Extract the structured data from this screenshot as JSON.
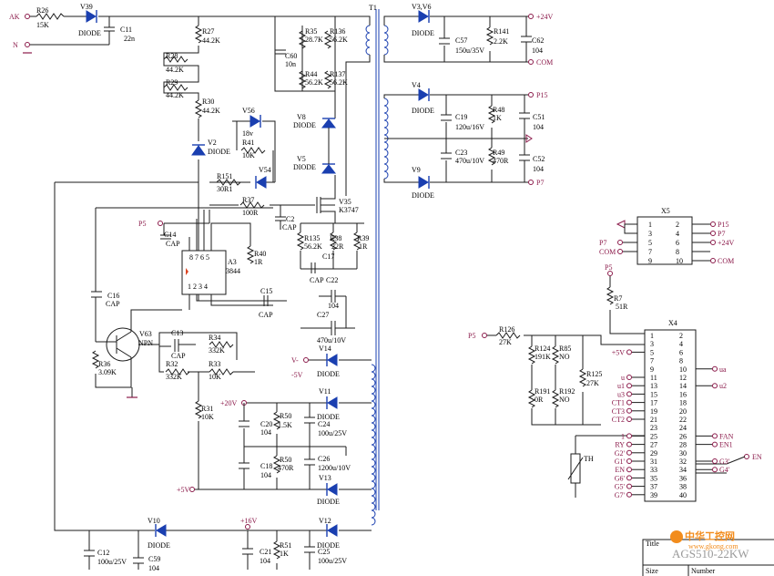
{
  "inputs": {
    "ak": "AK",
    "n": "N"
  },
  "power_nets": {
    "p24v": "+24V",
    "com": "COM",
    "p15": "P15",
    "p7": "P7",
    "p5": "P5",
    "v_minus": "V-",
    "minus5v": "-5V",
    "p20v": "+20V",
    "p5v": "+5V",
    "p16v": "+16V"
  },
  "transformer": {
    "ref": "T1"
  },
  "resistors": [
    {
      "ref": "R26",
      "value": "15K"
    },
    {
      "ref": "R27",
      "value": "44.2K"
    },
    {
      "ref": "R28",
      "value": "44.2K"
    },
    {
      "ref": "R29",
      "value": "44.2K"
    },
    {
      "ref": "R30",
      "value": "44.2K"
    },
    {
      "ref": "R41",
      "value": "10K"
    },
    {
      "ref": "R151",
      "value": "30R1"
    },
    {
      "ref": "R37",
      "value": "100R"
    },
    {
      "ref": "R35",
      "value": "28.7K"
    },
    {
      "ref": "R136",
      "value": "56.2K"
    },
    {
      "ref": "R44",
      "value": "56.2K"
    },
    {
      "ref": "R137",
      "value": "56.2K"
    },
    {
      "ref": "R135",
      "value": "56.2K"
    },
    {
      "ref": "R38",
      "value": "22R"
    },
    {
      "ref": "R39",
      "value": "1R"
    },
    {
      "ref": "R40",
      "value": "1R"
    },
    {
      "ref": "R34",
      "value": "332K"
    },
    {
      "ref": "R32",
      "value": "332K"
    },
    {
      "ref": "R33",
      "value": "10K"
    },
    {
      "ref": "R36",
      "value": "3.09K"
    },
    {
      "ref": "R31",
      "value": "10K"
    },
    {
      "ref": "R50",
      "value": "1.5K"
    },
    {
      "ref": "R50",
      "value": "470R"
    },
    {
      "ref": "R51",
      "value": "1K"
    },
    {
      "ref": "R141",
      "value": "2.2K"
    },
    {
      "ref": "R48",
      "value": "1K"
    },
    {
      "ref": "R49",
      "value": "470R"
    },
    {
      "ref": "R7",
      "value": "51R"
    },
    {
      "ref": "R126",
      "value": "27K"
    },
    {
      "ref": "R124",
      "value": "191K"
    },
    {
      "ref": "R85",
      "value": "NO"
    },
    {
      "ref": "R125",
      "value": "27K"
    },
    {
      "ref": "R191",
      "value": "0R"
    },
    {
      "ref": "R192",
      "value": "NO"
    }
  ],
  "capacitors": [
    {
      "ref": "C11",
      "value": "22n"
    },
    {
      "ref": "C60",
      "value": "10n"
    },
    {
      "ref": "C2",
      "value": "CAP"
    },
    {
      "ref": "C14",
      "value": "CAP"
    },
    {
      "ref": "C16",
      "value": "CAP"
    },
    {
      "ref": "C15",
      "value": "CAP"
    },
    {
      "ref": "C17",
      "value": "CAP"
    },
    {
      "ref": "C22",
      "value": "104"
    },
    {
      "ref": "C27",
      "value": "470u/10V"
    },
    {
      "ref": "C13",
      "value": "CAP"
    },
    {
      "ref": "C20",
      "value": "104"
    },
    {
      "ref": "C24",
      "value": "100u/25V"
    },
    {
      "ref": "C18",
      "value": "104"
    },
    {
      "ref": "C26",
      "value": "1200u/10V"
    },
    {
      "ref": "C12",
      "value": "100u/25V"
    },
    {
      "ref": "C59",
      "value": "104"
    },
    {
      "ref": "C21",
      "value": "104"
    },
    {
      "ref": "C25",
      "value": "100u/25V"
    },
    {
      "ref": "C57",
      "value": "150u/35V"
    },
    {
      "ref": "C62",
      "value": "104"
    },
    {
      "ref": "C19",
      "value": "120u/16V"
    },
    {
      "ref": "C51",
      "value": "104"
    },
    {
      "ref": "C23",
      "value": "470u/10V"
    },
    {
      "ref": "C52",
      "value": "104"
    }
  ],
  "diodes": [
    {
      "ref": "V39",
      "value": "DIODE"
    },
    {
      "ref": "V2",
      "value": "DIODE"
    },
    {
      "ref": "V56",
      "value": "18v"
    },
    {
      "ref": "V54",
      "value": ""
    },
    {
      "ref": "V8",
      "value": "DIODE"
    },
    {
      "ref": "V5",
      "value": "DIODE"
    },
    {
      "ref": "V14",
      "value": "DIODE"
    },
    {
      "ref": "V11",
      "value": "DIODE"
    },
    {
      "ref": "V13",
      "value": "DIODE"
    },
    {
      "ref": "V10",
      "value": "DIODE"
    },
    {
      "ref": "V12",
      "value": "DIODE"
    },
    {
      "ref": "V3,V6",
      "value": "DIODE"
    },
    {
      "ref": "V4",
      "value": "DIODE"
    },
    {
      "ref": "V9",
      "value": "DIODE"
    }
  ],
  "semis": {
    "mosfet_ref": "V35",
    "mosfet_val": "K3747",
    "bjt_ref": "V63",
    "bjt_val": "NPN",
    "ic_ref": "A3",
    "ic_val": "3844",
    "ic_pins_top": "8 7 6 5",
    "ic_pins_bot": "1 2 3 4",
    "thermistor": "TH"
  },
  "x5": {
    "ref": "X5",
    "pins": [
      "1",
      "2",
      "3",
      "4",
      "5",
      "6",
      "7",
      "8",
      "9",
      "10"
    ],
    "right": [
      "P15",
      "P7",
      "+24V",
      "",
      "COM"
    ],
    "left": [
      "",
      "",
      "P7",
      "COM",
      ""
    ]
  },
  "x4": {
    "ref": "X4",
    "pins_left": [
      "1",
      "3",
      "5",
      "7",
      "9",
      "11",
      "13",
      "15",
      "17",
      "19",
      "21",
      "23",
      "25",
      "27",
      "29",
      "31",
      "33",
      "35",
      "37",
      "39"
    ],
    "pins_right": [
      "2",
      "4",
      "6",
      "8",
      "10",
      "12",
      "14",
      "16",
      "18",
      "20",
      "22",
      "24",
      "26",
      "28",
      "30",
      "32",
      "34",
      "36",
      "38",
      "40"
    ],
    "nets_left": [
      "",
      "",
      "+5V",
      "",
      "",
      "u",
      "u1",
      "u3",
      "CT1",
      "CT3",
      "CT2",
      "",
      "1",
      "RY",
      "G2'",
      "G1'",
      "EN",
      "G6'",
      "G5'",
      "G7'"
    ],
    "nets_right": [
      "",
      "",
      "",
      "",
      "ua",
      "",
      "u2",
      "",
      "",
      "",
      "",
      "",
      "FAN",
      "EN1",
      "",
      "G3'",
      "G4'",
      "",
      "",
      ""
    ],
    "en_label": "EN"
  },
  "title_block": {
    "title_label": "Title",
    "title_value": "AGS510-22KW",
    "size_label": "Size",
    "number_label": "Number",
    "watermark": "中华工控网",
    "watermark_url": "www.gkong.com"
  }
}
